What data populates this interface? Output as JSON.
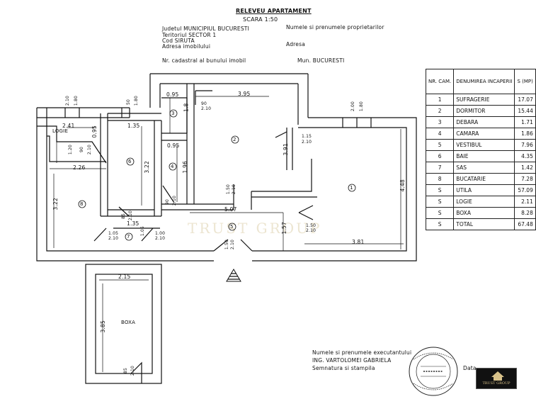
{
  "header": {
    "title": "RELEVEU APARTAMENT",
    "scale": "SCARA 1:50",
    "county": "Judetul MUNICIPIUL BUCURESTI",
    "territory": "Teritoriul SECTOR 1",
    "code": "Cod SIRUTA",
    "address_label": "Adresa imobilului",
    "cadastral": "Nr. cadastral al bunului imobil",
    "owners": "Numele si prenumele proprietarilor",
    "address2": "Adresa",
    "city": "Mun. BUCURESTI"
  },
  "legend": {
    "col_nr": "NR. CAM.",
    "col_name": "DENUMIREA INCAPERII",
    "col_s": "S (MP)",
    "rooms": [
      {
        "nr": "1",
        "name": "SUFRAGERIE",
        "s": "17.07"
      },
      {
        "nr": "2",
        "name": "DORMITOR",
        "s": "15.44"
      },
      {
        "nr": "3",
        "name": "DEBARA",
        "s": "1.71"
      },
      {
        "nr": "4",
        "name": "CAMARA",
        "s": "1.86"
      },
      {
        "nr": "5",
        "name": "VESTIBUL",
        "s": "7.96"
      },
      {
        "nr": "6",
        "name": "BAIE",
        "s": "4.35"
      },
      {
        "nr": "7",
        "name": "SAS",
        "s": "1.42"
      },
      {
        "nr": "8",
        "name": "BUCATARIE",
        "s": "7.28"
      }
    ],
    "totals": [
      {
        "k": "S",
        "name": "UTILA",
        "s": "57.09"
      },
      {
        "k": "S",
        "name": "LOGIE",
        "s": "2.11"
      },
      {
        "k": "S",
        "name": "BOXA",
        "s": "8.28"
      },
      {
        "k": "S",
        "name": "TOTAL",
        "s": "67.48"
      }
    ]
  },
  "plan": {
    "logie": "LOGIE",
    "boxa": "BOXA",
    "room_numbers": [
      "1",
      "2",
      "3",
      "4",
      "5",
      "6",
      "7",
      "8"
    ],
    "dims": {
      "d395": "3.95",
      "d095a": "0.95",
      "d18": "1.8",
      "d241": "2.41",
      "d095b": "0.95",
      "d135a": "1.35",
      "d322a": "3.22",
      "d095c": "0.95",
      "d196": "1.96",
      "d226": "2.26",
      "d322b": "3.22",
      "d135b": "1.35",
      "d507": "5.07",
      "d157": "1.57",
      "d381": "3.81",
      "d448": "4.48",
      "d391": "3.91",
      "d215": "2.15",
      "d385": "3.85"
    },
    "openings": {
      "w210a": "2.10",
      "w180a": "1.80",
      "w50": "50",
      "w180b": "1.80",
      "w200": "2.00",
      "w180c": "1.80",
      "w115": "1.15",
      "w210b": "2.10",
      "w120": "1.20",
      "w90a": "90",
      "w210c": "2.10",
      "w90b": "90",
      "w210d": "2.10",
      "w150a": "1.50",
      "w210e": "2.10",
      "w085": "85",
      "w210f": "2.10",
      "w105a": "1.05",
      "w210g": "2.10",
      "w105b": "1.05",
      "w100": "1.00",
      "w210h": "2.10",
      "w150b": "1.50",
      "w210i": "2.10",
      "w150c": "1.50",
      "w210j": "2.10",
      "w85box": "85",
      "w210box": "2.10",
      "w90c": "90",
      "w210k": "2.10"
    }
  },
  "footer": {
    "executor": "Numele si prenumele executantului",
    "engineer": "ING. VARTOLOMEI GABRIELA",
    "signature": "Semnatura si stampila",
    "date": "Data"
  },
  "watermark": "TRUST GROUP",
  "logo_text": "TRUST GROUP",
  "colors": {
    "line": "#111111",
    "watermark": "#e8dfc6",
    "logo_bg": "#111111",
    "logo_fg": "#d9c28a"
  }
}
